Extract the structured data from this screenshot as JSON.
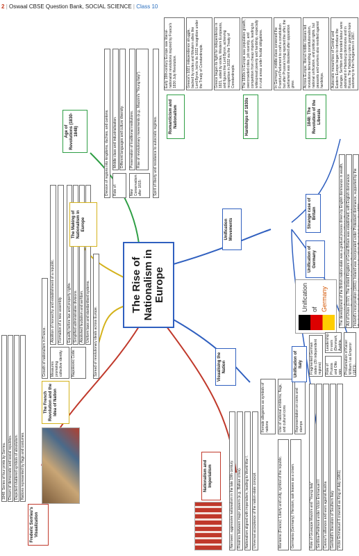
{
  "header": {
    "page": "2",
    "book": "Oswaal CBSE Question Bank, SOCIAL SCIENCE",
    "sep": "|",
    "class_label": "Class 10"
  },
  "center": "The Rise of Nationalism in Europe",
  "frederic": {
    "title": "Frederic Sorrieu's Visualization",
    "items": [
      "1848: Series of four prints by Sorrieu.",
      "Dream of democratic and social republics.",
      "Depicted shattered symbols of absolutism.",
      "Nations represented by flags and costumes."
    ]
  },
  "french": {
    "title": "The French Revolution and the Idea of Nation",
    "growth": "Growth of nationalism in France.",
    "measures": "Measures promoting collective identity.",
    "measure_items": [
      "Abolition of monarchy and establishment of a republic.",
      "Formation of a new assembly."
    ],
    "napoleonic": "Napoleonic Code:",
    "napoleonic_items": [
      "Equality before law and property rights.",
      "Simplified administrative divisions.",
      "Abolished feudalism and serfdom.",
      "Uniform laws and standardised systems."
    ],
    "spread": "Spread of revolutionary ideals across Europe."
  },
  "making": {
    "title": "The Making of Nationalism in Europe",
    "division": "Division of regions into kingdoms, duchies, and cantons.",
    "role": "Role of:",
    "role_items": [
      "Middle class and industrialisation.",
      "Different languages and culture diversity."
    ],
    "conservatism": "New Conservatism after 1815:",
    "conservatism_items": [
      "Preservation of traditional institutions.",
      "Rise of revolutionary movements (e.g., Mazzini's \"Young Italy\")."
    ],
    "spirit": "Spirit of liberty and resistance to autocratic regimes."
  },
  "revolutions": {
    "title": "Age of Revolutions (1830-1848)",
    "romanticism": "Romanticism and Nationalism",
    "romanticism_text": "Early 19th-century Europe saw liberal-nationalist revolutions inspired by France's 1830 July Revolution.",
    "greece_text_1": "Greece's 1821 independence struggle, backed by exiles and Western allies like Lord Byron, led to its 1832 recognition under the Treaty of Constantinople.",
    "greece_text_2": "Greece began its fight for independence in 1821, aided by exiles, Western Europeans, and figures like Lord Byron, achieving recognition in 1832 via the Treaty of Constantinople.",
    "hardships": "Hardships of 1830s",
    "hardships_text": "The 1830s in Europe saw population growth, overcrowded cities, job scarcity, and competition from cheap imports, leading to widespread poverty and hardship, especially in rural areas under feudal obligations.",
    "liberals": "1848: The Revolution of the Liberals",
    "liberals_text_1": "In Germany, middle-class convened the Frankfurt Parliament to craft a constitution but after Prussia's king rejected the offer, the parliament was dissolved after opposition grew.",
    "liberals_text_2": "Across Europe, liberal middle classes led revolutions demanding constitutionalism, national unification, and political rights, but peasants and workers also revolted against hardships.",
    "liberals_text_3": "Autocratic monarchies of Central and Eastern Europe began to introduce the changes. Serfdom and bonded labour were abolished in Habsburg dominions and in Russia. The Habsburg rulers granted more autonomy to the Hungarians in 1867."
  },
  "imperialism": {
    "title": "Nationalism and Imperialism",
    "items": [
      "Narrower, aggressive nationalism in the late 19th century.",
      "Rivalries between major powers (e.g., Balkan crisis).",
      "Nationalism aligned with imperialism, leading to World War I.",
      "Universal acceptance of the nation-state concept."
    ]
  },
  "visual": {
    "title": "Visualising the Nation",
    "female": "Female allegories as symbols of nations",
    "female_items": [
      "Marianne (France): Liberty and unity, symbol of the republic.",
      "Germania (Germany): Heroism, oak leaves as a crown."
    ],
    "emblems": "Use of national emblems, flags, and cultural icons",
    "coins": "Representation on coins and stamps"
  },
  "italy": {
    "title": "Unification of Italy",
    "items": [
      "Role of Giuseppe Mazzini and \"Young Italy\"",
      "Sardinia-Piedmont under Victor Emmanuel II",
      "Cavour's alliances and wars against Austria",
      "Garibaldi's liberation of Southern Italy",
      "Victor Emmanuel II crowned as King of Italy (1861)"
    ]
  },
  "germany": {
    "title": "Unification of Germany",
    "image_text_1": "Unification",
    "image_text_2": "of",
    "image_text_3": "Germany",
    "fragmented": "Fragmented German states (39 independent regions)",
    "prussia": "Role of Prussia and Otto von Bismarck",
    "wars": "Leadership in wars (Denmark, Austria, France).",
    "kaiser": "Proclamation of Kaiser William I as Emperor (1871)."
  },
  "movements": {
    "title": "Unification Movements"
  },
  "britain": {
    "title": "Strange case of Britain",
    "items": [
      "The development of the British nation-state was a gradual process driven by English dominance in wealth, power, and influence over other ethnic groups like the English, Welsh, Scots, and Irish.",
      "Act of Union (1707): The United Kingdom of Great Britain was established, with English dominance suppressing Scottish culture, including the Gaelic language and traditional dress.",
      "Ireland's incorporation (1801): Ireland was incorporated under Protestant dominance, supported by the English, despite Catholic resistance, including Wolfe Tone's failed revolt in 1798."
    ]
  },
  "colors": {
    "red": "#c0392b",
    "blue": "#2f5fbf",
    "yellow": "#d4b21b",
    "green": "#2e9e44",
    "orange": "#e08a1e"
  }
}
